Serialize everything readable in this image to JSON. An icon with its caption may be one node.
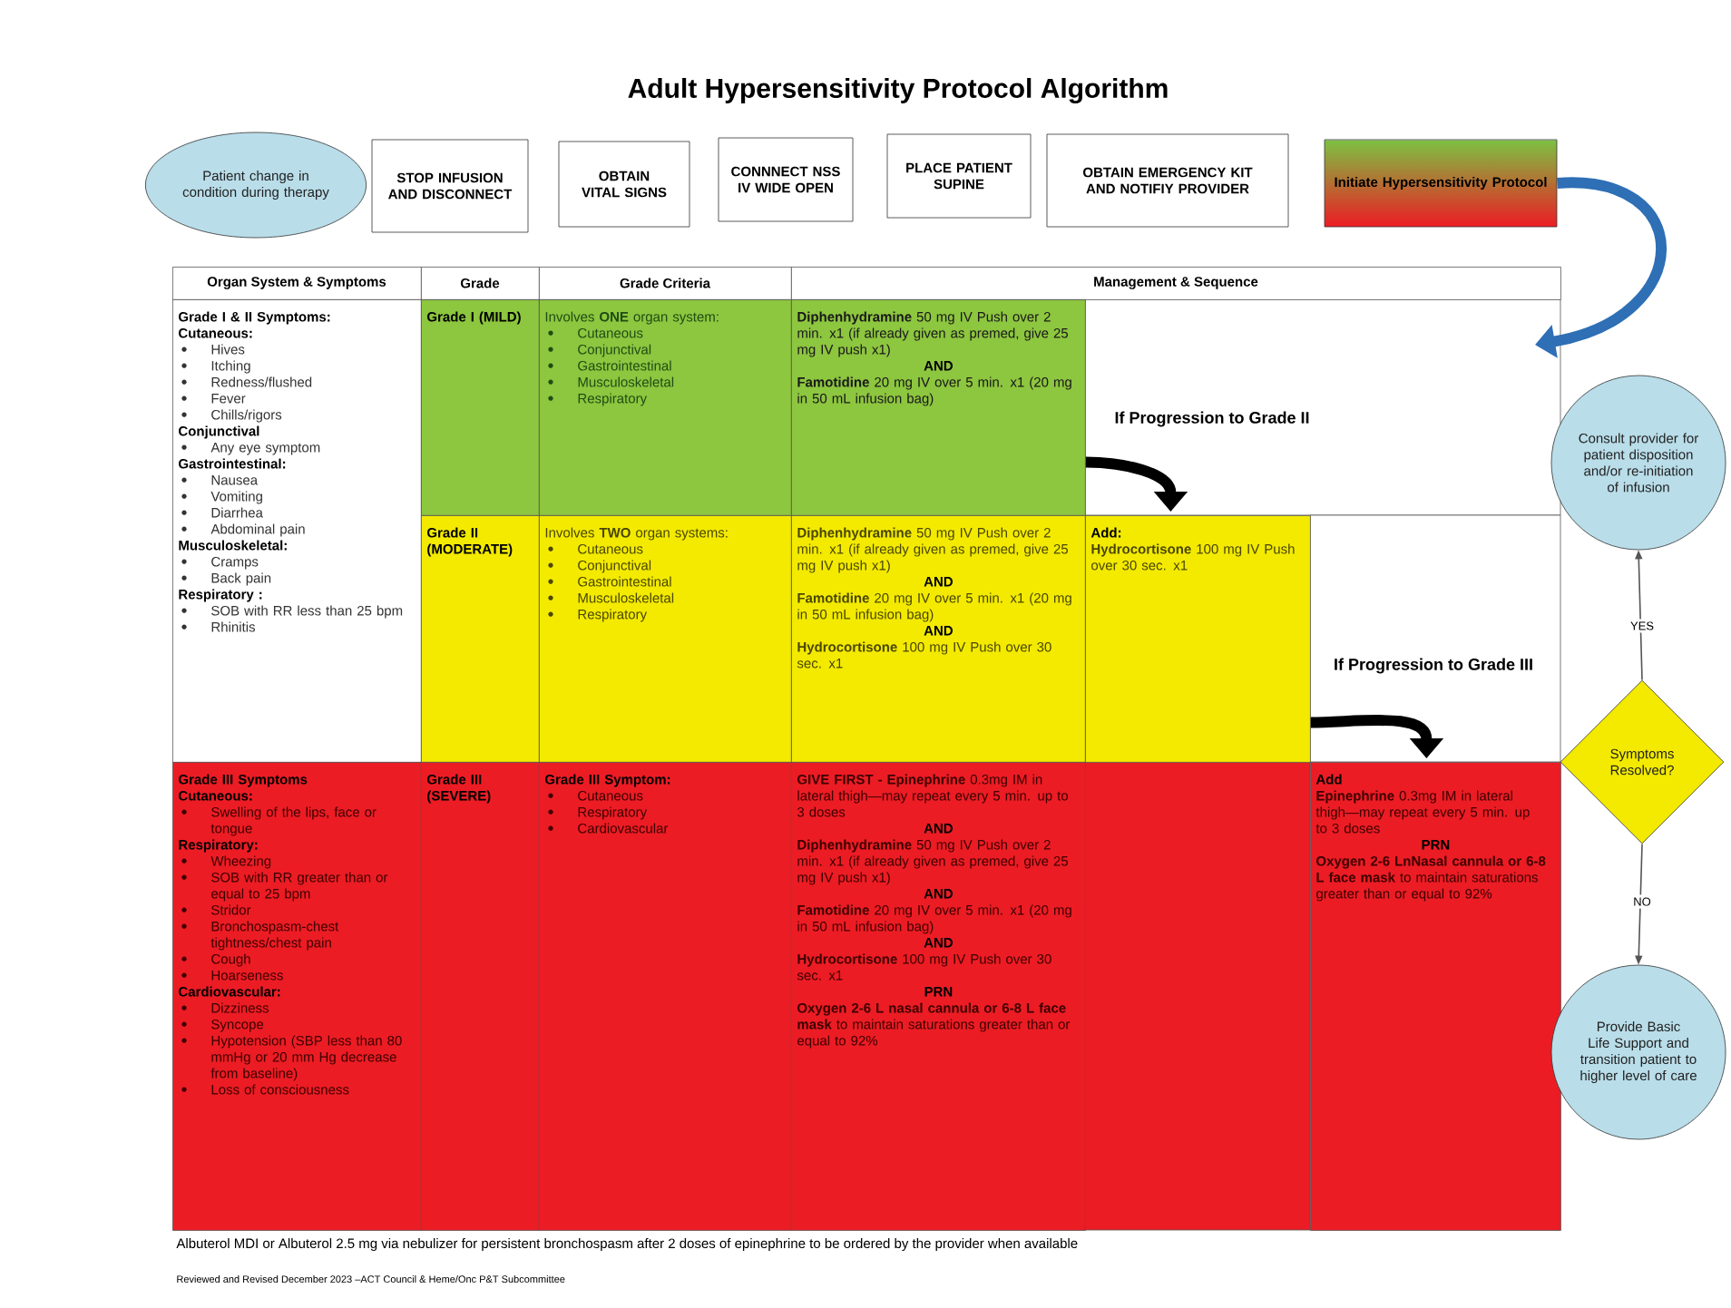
{
  "diagram": {
    "title": "Adult Hypersensitivity Protocol Algorithm",
    "nodes": [
      {
        "text": [
          "Patient change in condition during therapy"
        ]
      },
      {
        "text": [
          "STOP INFUSION AND DISCONNECT"
        ]
      },
      {
        "text": [
          "OBTAIN VITAL SIGNS"
        ]
      },
      {
        "text": [
          "CONNNECT NSS IV WIDE OPEN"
        ]
      },
      {
        "text": [
          "PLACE PATIENT SUPINE"
        ]
      },
      {
        "text": [
          "OBTAIN EMERGENCY KIT AND NOTIFIY PROVIDER"
        ]
      },
      {
        "text": [
          "Initiate Hypersensitivity Protocol"
        ]
      },
      {
        "text": [
          "Organ System & Symptoms"
        ]
      },
      {
        "text": [
          "Grade"
        ]
      },
      {
        "text": [
          "Grade Criteria"
        ]
      },
      {
        "text": [
          "Management & Sequence"
        ]
      },
      {
        "text": [
          "Grade I & II Symptoms:",
          "Cutaneous:",
          "Hives",
          "Itching",
          "Redness/flushed",
          "Fever",
          "Chills/rigors",
          "Conjunctival",
          "Any eye symptom",
          "Gastrointestinal:",
          "Nausea",
          "Vomiting",
          "Diarrhea",
          "Abdominal pain",
          "Musculoskeletal:",
          "Cramps",
          "Back pain",
          "Respiratory :",
          "SOB with RR less than 25 bpm",
          "Rhinitis"
        ]
      },
      {
        "text": [
          "Grade I (MILD)"
        ]
      },
      {
        "text": [
          "Involves **ONE** organ system:",
          "Cutaneous",
          "Conjunctival",
          "Gastrointestinal",
          "Musculoskeletal",
          "Respiratory"
        ]
      },
      {
        "text": [
          "**Diphenhydramine** 50 mg IV Push over 2 min. x1 (if already given as premed, give 25 mg IV push x1)",
          "AND",
          "**Famotidine** 20 mg IV over 5 min. x1 (20 mg in 50 mL infusion bag)"
        ]
      },
      {
        "text": [
          "Grade II (MODERATE)"
        ]
      },
      {
        "text": [
          "Involves **TWO** organ systems:",
          "Cutaneous",
          "Conjunctival",
          "Gastrointestinal",
          "Musculoskeletal",
          "Respiratory"
        ]
      },
      {
        "text": [
          "**Diphenhydramine** 50 mg IV Push over 2 min. x1 (if already given as premed, give 25 mg IV push x1)",
          "AND",
          "**Famotidine** 20 mg IV over 5 min. x1 (20 mg in 50 mL infusion bag)",
          "AND",
          "**Hydrocortisone** 100 mg IV Push over 30 sec. x1"
        ]
      },
      {
        "text": [
          "Add:",
          "**Hydrocortisone** 100 mg IV Push over 30 sec. x1"
        ]
      },
      {
        "text": [
          "Grade III Symptoms",
          "Cutaneous:",
          "Swelling of the lips, face or tongue",
          "Respiratory:",
          "Wheezing",
          "SOB with RR greater than or equal to 25 bpm",
          "Stridor",
          "Bronchospasm-chest tightness/chest pain",
          "Cough",
          "Hoarseness",
          "Cardiovascular:",
          "Dizziness",
          "Syncope",
          "Hypotension (SBP less than 80 mmHg or 20 mm Hg decrease from baseline)",
          "Loss of consciousness"
        ]
      },
      {
        "text": [
          "Grade III (SEVERE)"
        ]
      },
      {
        "text": [
          "Grade III Symptom:",
          "Cutaneous",
          "Respiratory",
          "Cardiovascular"
        ]
      },
      {
        "text": [
          "**GIVE FIRST - Epinephrine** 0.3mg IM in lateral thigh—may repeat every 5 min. up to 3 doses",
          "AND",
          "**Diphenhydramine** 50 mg IV Push over 2 min. x1 (if already given as premed, give 25 mg IV push x1)",
          "AND",
          "**Famotidine** 20 mg IV over 5 min. x1 (20 mg in 50 mL infusion bag)",
          "AND",
          "**Hydrocortisone** 100 mg IV Push over 30 sec. x1",
          "PRN",
          "**Oxygen 2-6 L nasal cannula or 6-8 L face mask** to maintain saturations greater than or equal to 92%"
        ]
      },
      {
        "text": [
          "Add",
          "**Epinephrine** 0.3mg IM in lateral thigh—may repeat every 5 min. up to 3 doses",
          "PRN",
          "**Oxygen 2-6 LnNasal cannula or 6-8 L face mask** to maintain saturations greater than or equal to 92%"
        ]
      },
      {
        "text": [
          "Consult provider for patient disposition and/or re-initiation of infusion"
        ]
      },
      {
        "text": [
          "Symptoms Resolved?"
        ]
      },
      {
        "text": [
          "Provide Basic Life Support and transition patient to higher level of care"
        ]
      }
    ],
    "edges": [
      {
        "from": 6,
        "to": null,
        "arrow": "to",
        "color": "#2e6fb5"
      },
      {
        "from": 14,
        "to": 18,
        "arrow": "to",
        "label": "If  Progression to Grade II"
      },
      {
        "from": 18,
        "to": 23,
        "arrow": "to",
        "label": "If  Progression to Grade III"
      },
      {
        "from": 25,
        "to": 24,
        "arrow": "to",
        "label": "YES"
      },
      {
        "from": 25,
        "to": 26,
        "arrow": "to",
        "label": "NO"
      }
    ],
    "labels": [
      "Albuterol MDI or Albuterol 2.5 mg via nebulizer for persistent bronchospasm after 2 doses of epinephrine to be ordered by the provider when available",
      "Reviewed and Revised December 2023 –ACT Council & Heme/Onc P&T Subcommittee"
    ]
  }
}
